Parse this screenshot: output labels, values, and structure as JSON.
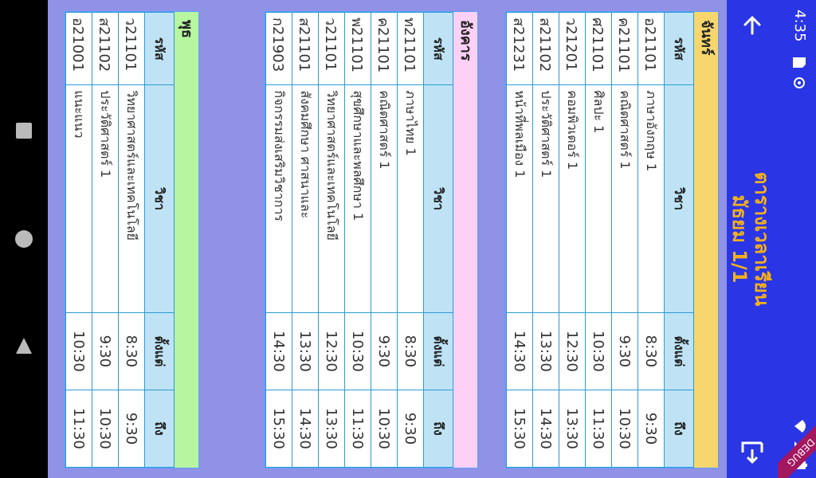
{
  "status": {
    "time": "4:35",
    "debug_label": "DEBUG"
  },
  "app": {
    "title_line1": "ตารางเวลาเรียน",
    "title_line2": "มัธยม 1/1"
  },
  "table_headers": {
    "code": "รหัส",
    "subject": "วิชา",
    "start": "ตั้งแต่",
    "end": "ถึง"
  },
  "days": [
    {
      "name": "จันทร์",
      "color": "#f7d66d",
      "rows": [
        {
          "code": "อ21101",
          "subject": "ภาษาอังกฤษ 1",
          "start": "8:30",
          "end": "9:30"
        },
        {
          "code": "ค21101",
          "subject": "คณิตศาสตร์ 1",
          "start": "9:30",
          "end": "10:30"
        },
        {
          "code": "ศ21101",
          "subject": "ศิลปะ 1",
          "start": "10:30",
          "end": "11:30"
        },
        {
          "code": "ว21201",
          "subject": "คอมพิวเตอร์ 1",
          "start": "12:30",
          "end": "13:30"
        },
        {
          "code": "ส21102",
          "subject": "ประวัติศาสตร์ 1",
          "start": "13:30",
          "end": "14:30"
        },
        {
          "code": "ส21231",
          "subject": "หน้าที่พลเมือง 1",
          "start": "14:30",
          "end": "15:30"
        }
      ]
    },
    {
      "name": "อังคาร",
      "color": "#ffd0f5",
      "rows": [
        {
          "code": "ท21101",
          "subject": "ภาษาไทย 1",
          "start": "8:30",
          "end": "9:30"
        },
        {
          "code": "ค21101",
          "subject": "คณิตศาสตร์ 1",
          "start": "9:30",
          "end": "10:30"
        },
        {
          "code": "พ21101",
          "subject": "สุขศึกษาและพลศึกษา 1",
          "start": "10:30",
          "end": "11:30"
        },
        {
          "code": "ว21101",
          "subject": "วิทยาศาสตร์และเทคโนโลยี",
          "start": "12:30",
          "end": "13:30"
        },
        {
          "code": "ส21101",
          "subject": "สังคมศึกษา ศาสนาและ",
          "start": "13:30",
          "end": "14:30"
        },
        {
          "code": "ก21903",
          "subject": "กิจกรรมส่งเสริมวิชาการ",
          "start": "14:30",
          "end": "15:30"
        }
      ]
    },
    {
      "name": "พุธ",
      "color": "#b7f5a0",
      "rows": [
        {
          "code": "ว21101",
          "subject": "วิทยาศาสตร์และเทคโนโลยี",
          "start": "8:30",
          "end": "9:30"
        },
        {
          "code": "ส21102",
          "subject": "ประวัติศาสตร์ 1",
          "start": "9:30",
          "end": "10:30"
        },
        {
          "code": "อ21001",
          "subject": "แนะแนว",
          "start": "10:30",
          "end": "11:30"
        }
      ]
    }
  ]
}
